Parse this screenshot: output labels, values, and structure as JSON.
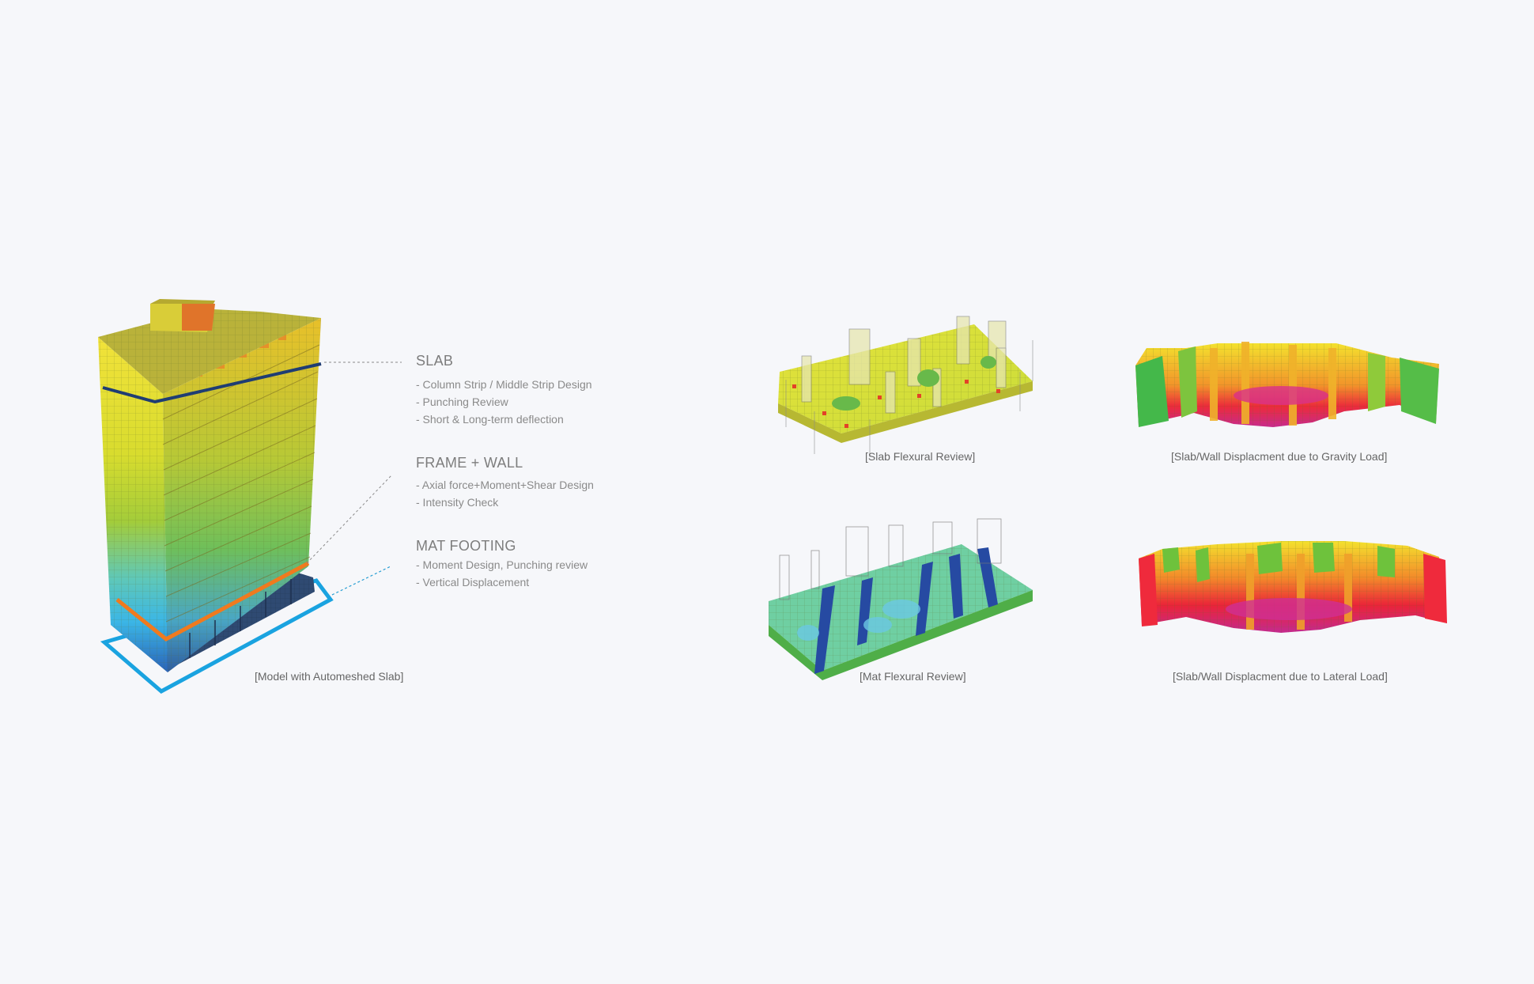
{
  "sections": [
    {
      "title": "SLAB",
      "items": [
        "- Column Strip / Middle Strip Design",
        "- Punching Review",
        "- Short & Long-term deflection"
      ]
    },
    {
      "title": "FRAME + WALL",
      "items": [
        "- Axial force+Moment+Shear Design",
        "- Intensity Check"
      ]
    },
    {
      "title": "MAT FOOTING",
      "items": [
        "- Moment Design, Punching review",
        "- Vertical Displacement"
      ]
    }
  ],
  "captions": {
    "model": "[Model with Automeshed Slab]",
    "slab_flexural": "[Slab Flexural Review]",
    "gravity": "[Slab/Wall Displacment due to Gravity Load]",
    "mat_flexural": "[Mat Flexural Review]",
    "lateral": "[Slab/Wall Displacment due to Lateral Load]"
  },
  "colors": {
    "slab_line": "#1f3d73",
    "frame_line": "#f07a1e",
    "mat_outline": "#1aa3e0",
    "leader": "#8a8a8a"
  },
  "icons": [
    "building-model-image",
    "slab-flexural-image",
    "gravity-displacement-image",
    "mat-flexural-image",
    "lateral-displacement-image"
  ]
}
